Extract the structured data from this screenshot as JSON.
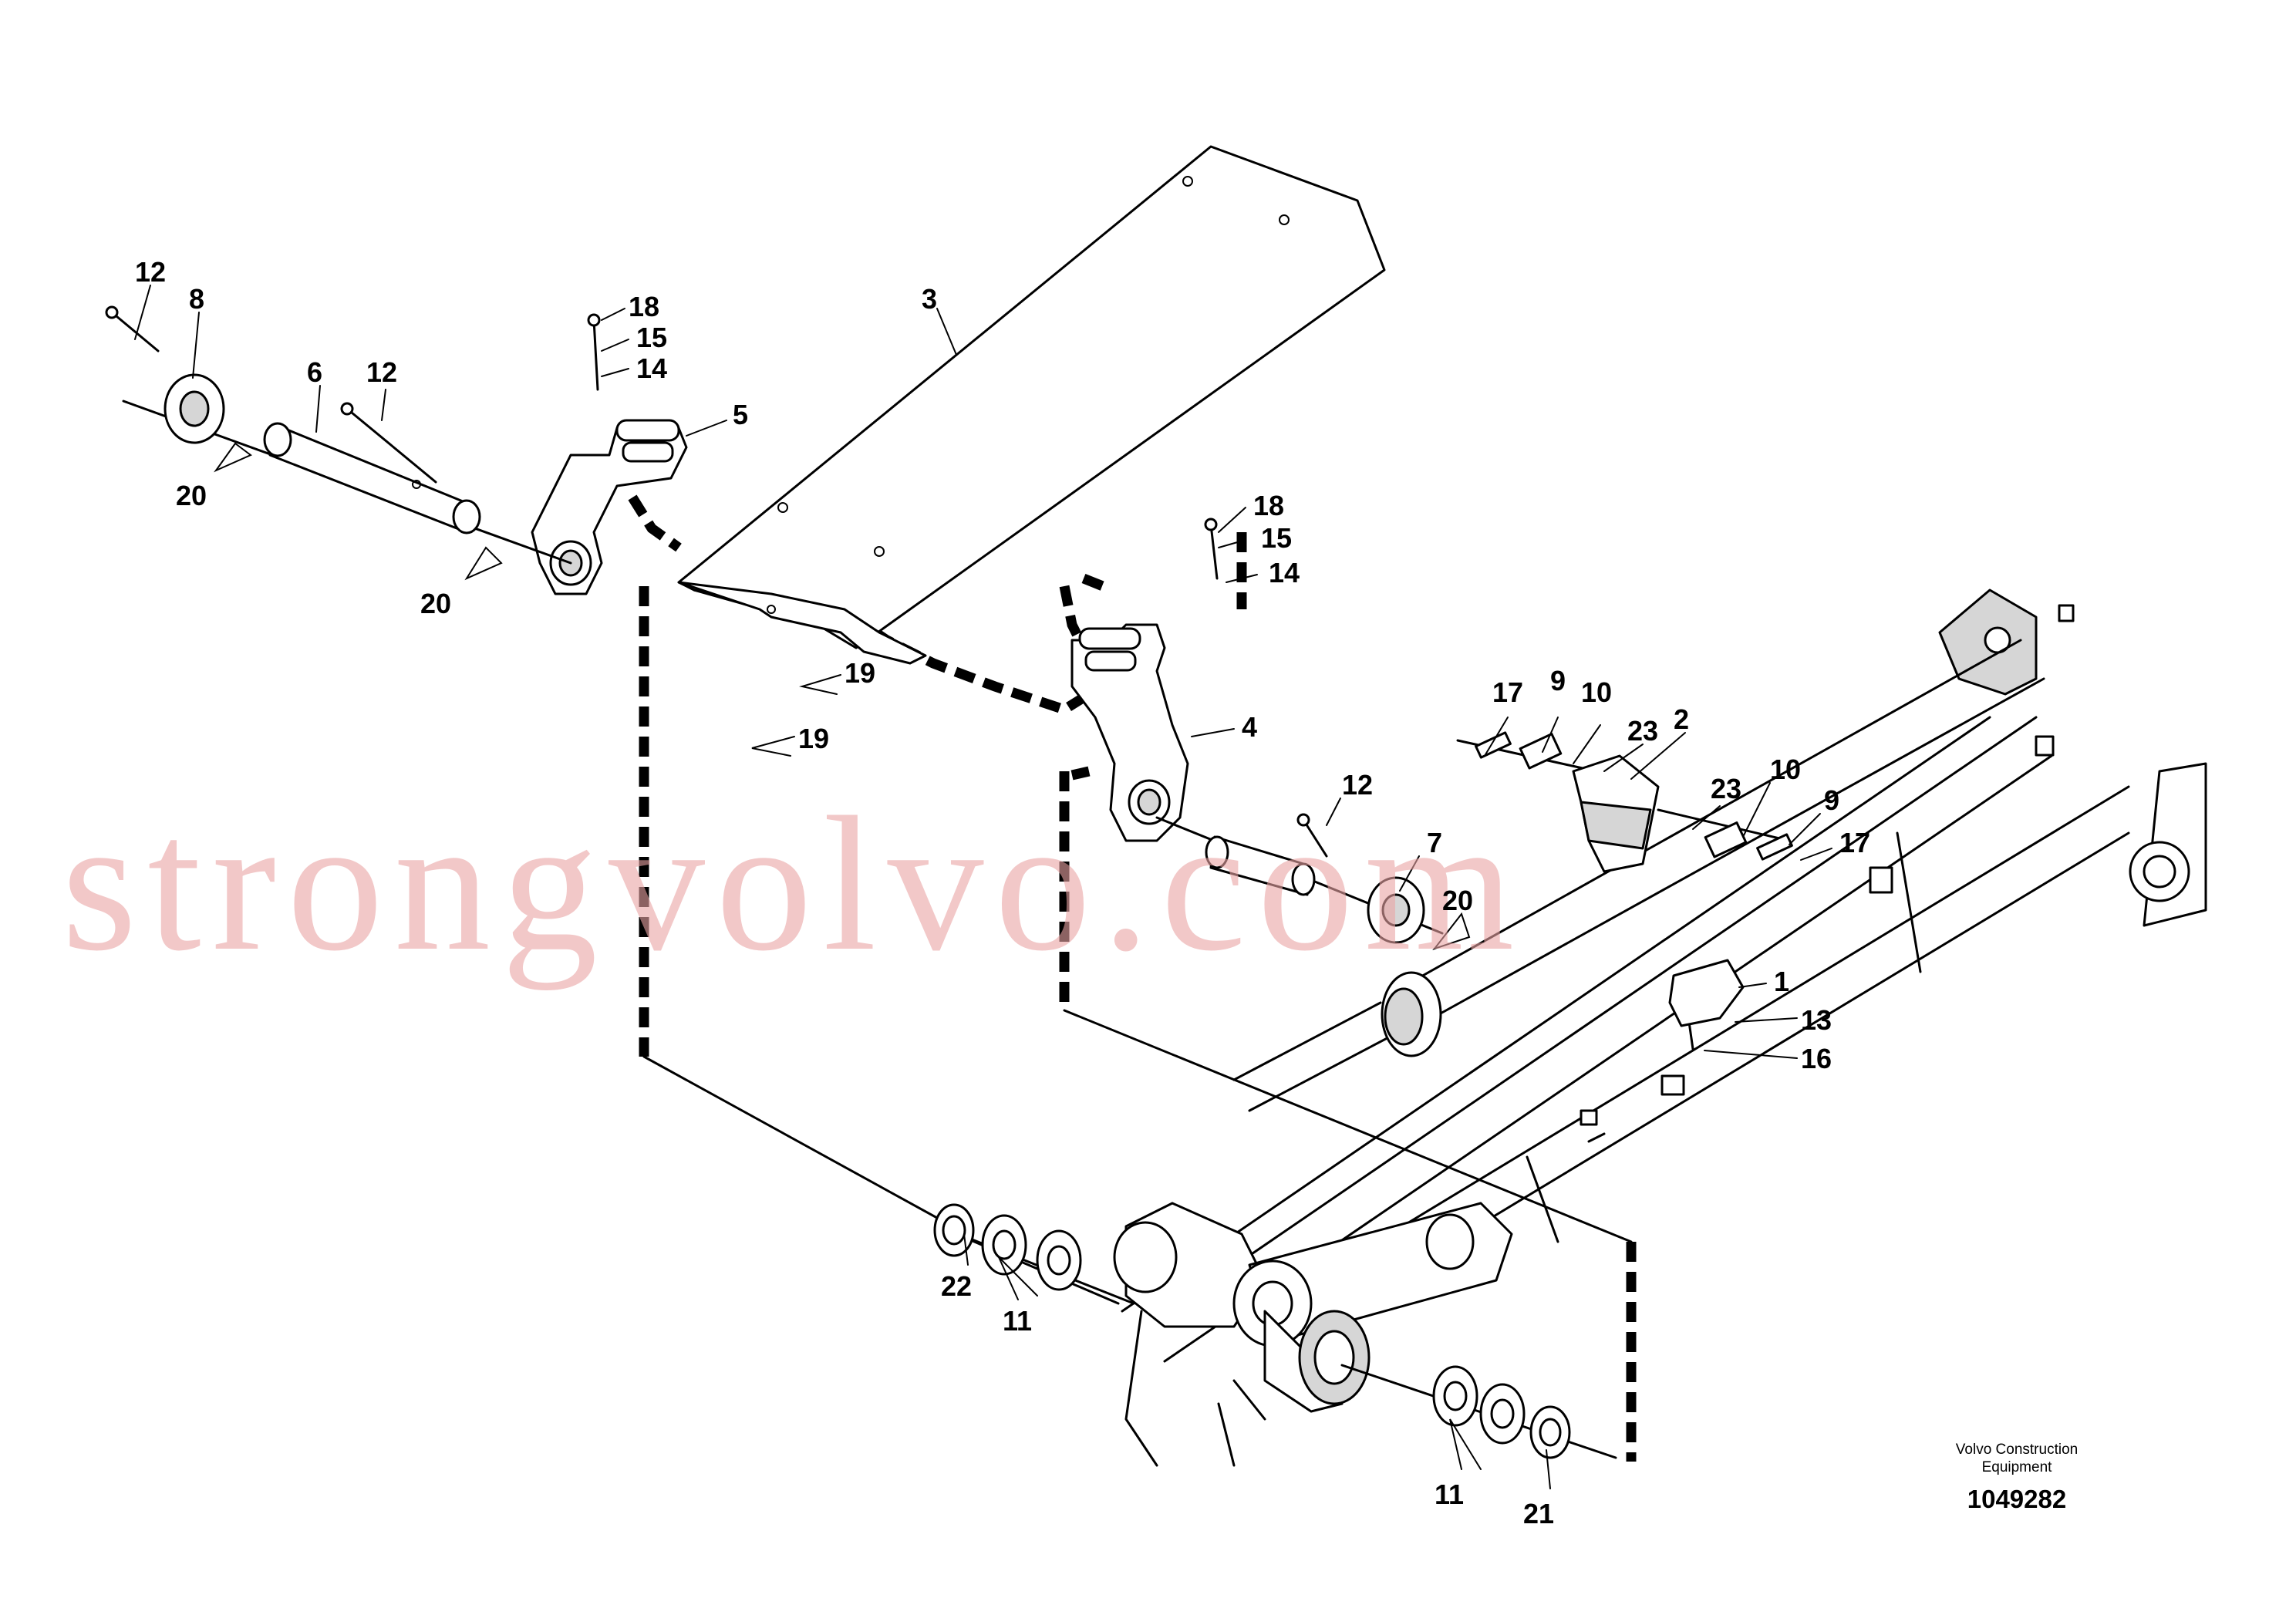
{
  "callouts": [
    {
      "label": "12"
    },
    {
      "label": "8"
    },
    {
      "label": "6"
    },
    {
      "label": "12"
    },
    {
      "label": "20"
    },
    {
      "label": "20"
    },
    {
      "label": "18"
    },
    {
      "label": "15"
    },
    {
      "label": "14"
    },
    {
      "label": "5"
    },
    {
      "label": "3"
    },
    {
      "label": "18"
    },
    {
      "label": "15"
    },
    {
      "label": "14"
    },
    {
      "label": "19"
    },
    {
      "label": "19"
    },
    {
      "label": "4"
    },
    {
      "label": "17"
    },
    {
      "label": "9"
    },
    {
      "label": "10"
    },
    {
      "label": "23"
    },
    {
      "label": "2"
    },
    {
      "label": "23"
    },
    {
      "label": "10"
    },
    {
      "label": "9"
    },
    {
      "label": "17"
    },
    {
      "label": "12"
    },
    {
      "label": "7"
    },
    {
      "label": "20"
    },
    {
      "label": "1"
    },
    {
      "label": "13"
    },
    {
      "label": "16"
    },
    {
      "label": "22"
    },
    {
      "label": "11"
    },
    {
      "label": "11"
    },
    {
      "label": "21"
    }
  ],
  "watermark": "strongvolvo.com",
  "brand": {
    "line1": "Volvo Construction",
    "line2": "Equipment"
  },
  "doc_number": "1049282"
}
